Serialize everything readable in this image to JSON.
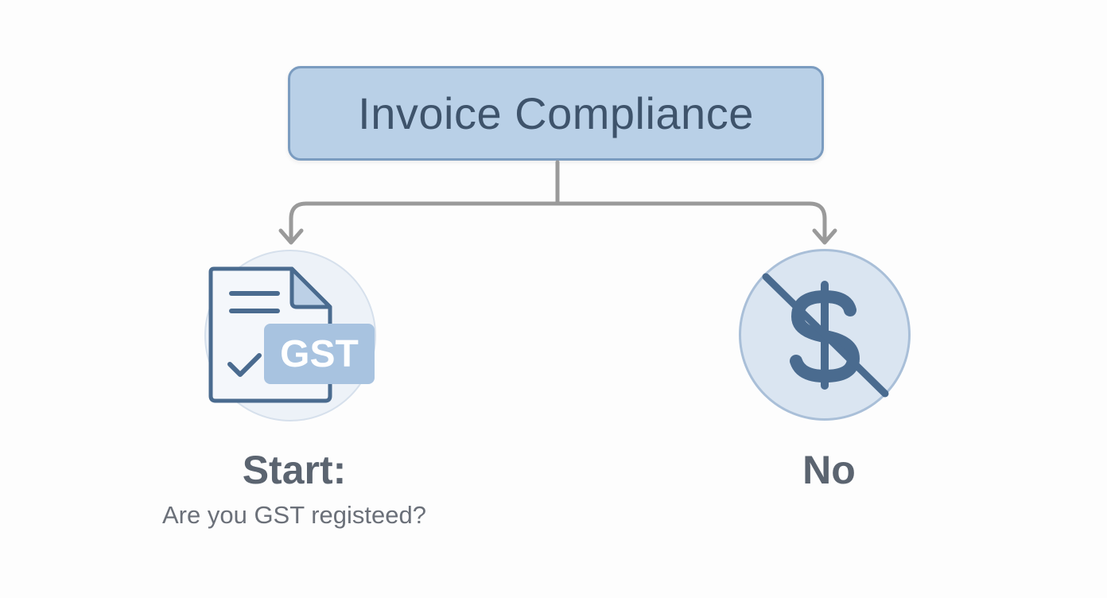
{
  "title": "Invoice Compliance",
  "left_node": {
    "icon": "gst-document-check-icon",
    "badge_text": "GST",
    "label": "Start:",
    "sublabel": "Are you GST registeed?"
  },
  "right_node": {
    "icon": "no-dollar-icon",
    "label": "No"
  },
  "colors": {
    "title_fill": "#b9d0e7",
    "title_border": "#7b9cc0",
    "title_text": "#3e536b",
    "icon_stroke": "#4a6b8f",
    "connector": "#9a9a9a",
    "label_text": "#5b6470"
  }
}
